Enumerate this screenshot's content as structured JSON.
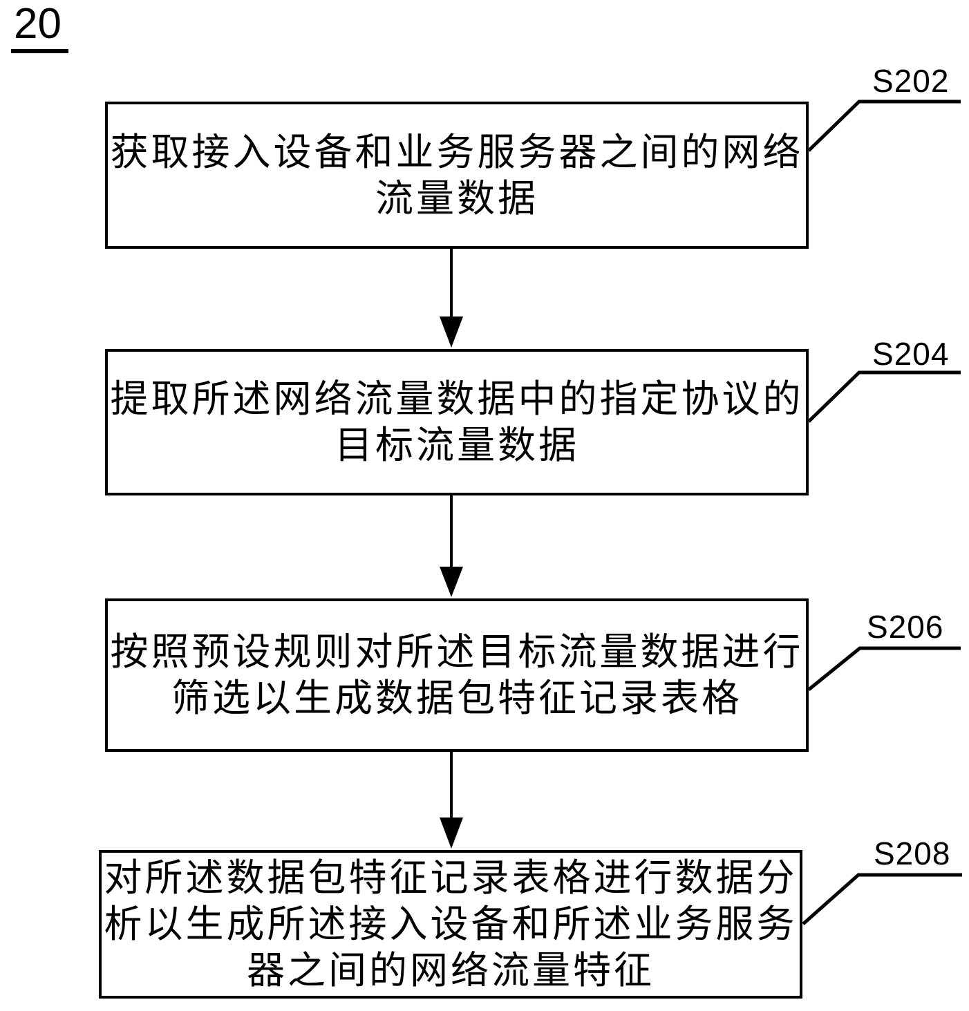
{
  "figure_label": "20",
  "colors": {
    "ink": "#000000",
    "background": "#ffffff"
  },
  "steps": [
    {
      "id": "S202",
      "lines": [
        "获取接入设备和业务服务器之间的网络",
        "流量数据"
      ]
    },
    {
      "id": "S204",
      "lines": [
        "提取所述网络流量数据中的指定协议的",
        "目标流量数据"
      ]
    },
    {
      "id": "S206",
      "lines": [
        "按照预设规则对所述目标流量数据进行",
        "筛选以生成数据包特征记录表格"
      ]
    },
    {
      "id": "S208",
      "lines": [
        "对所述数据包特征记录表格进行数据分",
        "析以生成所述接入设备和所述业务服务",
        "器之间的网络流量特征"
      ]
    }
  ]
}
